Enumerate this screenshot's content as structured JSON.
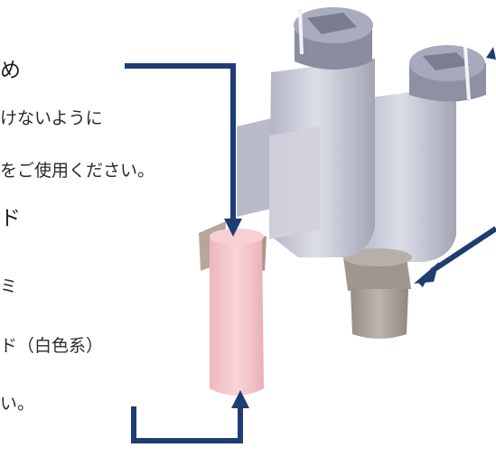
{
  "text": {
    "line1": "め",
    "line2": "けないように",
    "line3": "をご使用ください。",
    "line4": "ド",
    "line5": "ミ",
    "line6": "ド（白色系）",
    "line7": "い。"
  },
  "colors": {
    "arrow": "#1f3d73",
    "knob": "#8c8ea3",
    "knob_top": "#a9abbe",
    "body": "#c7c9d6",
    "body_light": "#d9dbe5",
    "body_dark": "#a8aaba",
    "pink_cap": "#f3c6cc",
    "tan_ring": "#b8a69a",
    "gray_cap": "#a9a19b"
  },
  "icons": [
    "arrow-down",
    "arrow-up",
    "arrow-left",
    "arrow-down-left"
  ]
}
